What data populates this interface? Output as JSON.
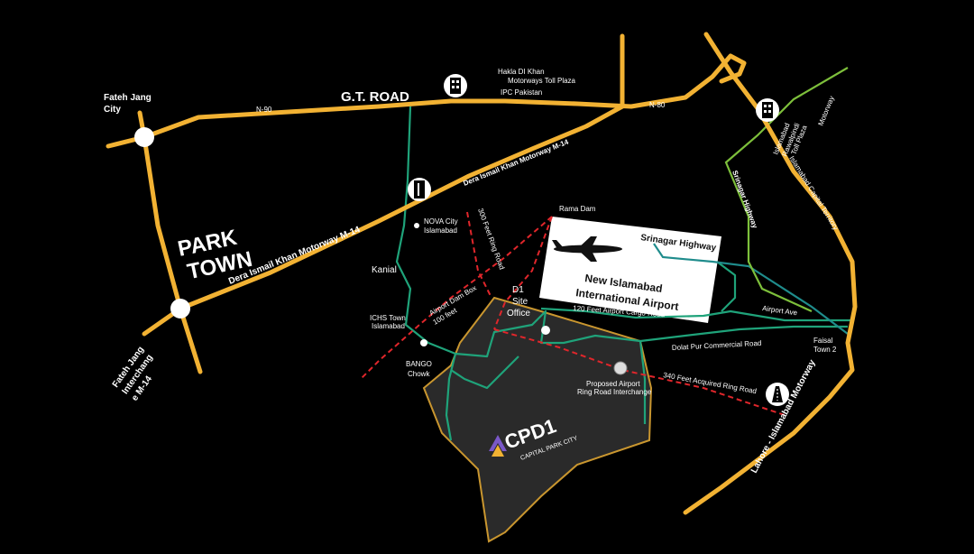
{
  "colors": {
    "background": "#000000",
    "motorway": "#f2b233",
    "green_road": "#1fa37a",
    "ring_road": "#e0262b",
    "project_area": "#2b2b2b",
    "project_border": "#c9962f"
  },
  "labels": {
    "park_town_line1": "PARK",
    "park_town_line2": "TOWN",
    "gt_road": "G.T. ROAD",
    "fateh_jang_city_line1": "Fateh Jang",
    "fateh_jang_city_line2": "City",
    "fateh_jang_interchange_line1": "Fateh Jang",
    "fateh_jang_interchange_line2": "Interchang",
    "fateh_jang_interchange_line3": "e M-14",
    "n90": "N-90",
    "n80": "N-80",
    "hakla_line1": "Hakla DI Khan",
    "hakla_line2": "Motorways Toll Plaza",
    "ipc_pakistan": "IPC Pakistan",
    "di_khan_motorway_upper": "Dera Ismail Khan Motorway M-14",
    "di_khan_motorway_lower": "Dera Ismail Khan Motorway M-14",
    "nova_city_line1": "NOVA City",
    "nova_city_line2": "Islamabad",
    "feet_ring_road_300": "300 Feet Ring Road",
    "rama_dam": "Rama Dam",
    "kanial": "Kanial",
    "airport_dam_box_line1": "Airport Dam Box",
    "airport_dam_box_line2": "100 feet",
    "ichs_town_line1": "ICHS Town",
    "ichs_town_line2": "Islamabad",
    "bango_chowk_line1": "BANGO",
    "bango_chowk_line2": "Chowk",
    "d1_site_office_line1": "D1",
    "d1_site_office_line2": "Site",
    "d1_site_office_line3": "Office",
    "cargo_road": "120 Feet Airport Cargo Road",
    "airport_name_line1": "New Islamabad",
    "airport_name_line2": "International Airport",
    "srinagar_highway_top": "Srinagar Highway",
    "srinagar_highway_side": "Srinagar Highway",
    "airport_ave": "Airport Ave",
    "dolat_pur_road": "Dolat Pur Commercial Road",
    "faisal_town_line1": "Faisal",
    "faisal_town_line2": "Town 2",
    "acquired_ring_road": "340 Feet Acquired Ring Road",
    "proposed_interchange_line1": "Proposed Airport",
    "proposed_interchange_line2": "Ring Road Interchange",
    "islamabad_toll_line1": "Islamabad",
    "islamabad_toll_line2": "Rawalpindi",
    "islamabad_toll_line3": "Toll Plaza",
    "motorway_label": "Motorway",
    "islamabad_capital_territory": "Islamabad Capital Territory",
    "lahore_motorway": "Lahore - Islamabad Motorway",
    "project_logo": "CPD1",
    "project_subtitle": "CAPITAL PARK CITY"
  },
  "icons": [
    "toll-plaza-icon",
    "building-icon",
    "airplane-icon",
    "motorway-icon",
    "junction-marker-icon"
  ]
}
